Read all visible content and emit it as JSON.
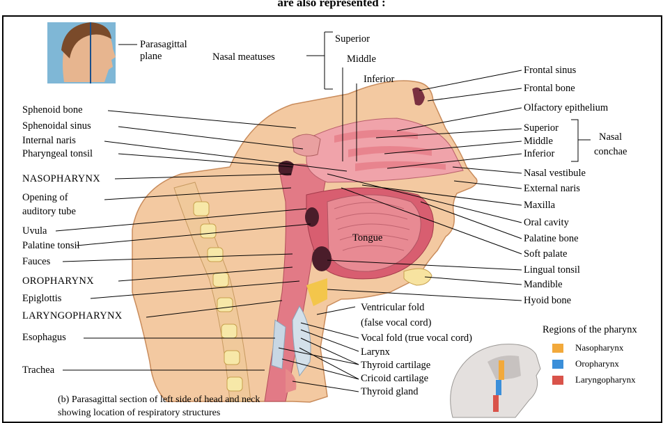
{
  "top_caption": "are also represented :",
  "inset_head_label": "Parasagittal\nplane",
  "labels_left": {
    "sphenoid_bone": "Sphenoid bone",
    "sphenoidal_sinus": "Sphenoidal sinus",
    "internal_naris": "Internal naris",
    "pharyngeal_tonsil": "Pharyngeal tonsil",
    "nasopharynx": "NASOPHARYNX",
    "opening_auditory_tube_1": "Opening of",
    "opening_auditory_tube_2": "auditory tube",
    "uvula": "Uvula",
    "palatine_tonsil": "Palatine tonsil",
    "fauces": "Fauces",
    "oropharynx": "OROPHARYNX",
    "epiglottis": "Epiglottis",
    "laryngopharynx": "LARYNGOPHARYNX",
    "esophagus": "Esophagus",
    "trachea": "Trachea"
  },
  "labels_top": {
    "nasal_meatuses": "Nasal meatuses",
    "superior": "Superior",
    "middle": "Middle",
    "inferior": "Inferior"
  },
  "labels_right": {
    "frontal_sinus": "Frontal sinus",
    "frontal_bone": "Frontal bone",
    "olfactory_epithelium": "Olfactory epithelium",
    "conchae_superior": "Superior",
    "conchae_middle": "Middle",
    "conchae_inferior": "Inferior",
    "nasal_conchae_1": "Nasal",
    "nasal_conchae_2": "conchae",
    "nasal_vestibule": "Nasal vestibule",
    "external_naris": "External naris",
    "maxilla": "Maxilla",
    "oral_cavity": "Oral cavity",
    "palatine_bone": "Palatine bone",
    "soft_palate": "Soft palate",
    "lingual_tonsil": "Lingual tonsil",
    "mandible": "Mandible",
    "hyoid_bone": "Hyoid bone"
  },
  "labels_bottom": {
    "ventricular_fold_1": "Ventricular  fold",
    "ventricular_fold_2": "(false vocal cord)",
    "vocal_fold": "Vocal fold (true vocal cord)",
    "larynx": "Larynx",
    "thyroid_cartilage": "Thyroid cartilage",
    "cricoid_cartilage": "Cricoid cartilage",
    "thyroid_gland": "Thyroid gland"
  },
  "tongue": "Tongue",
  "caption_1": "(b) Parasagittal section of left side of head and neck",
  "caption_2": "showing location of respiratory structures",
  "legend": {
    "title": "Regions of the pharynx",
    "items": [
      {
        "label": "Nasopharynx",
        "color": "#f2a93b"
      },
      {
        "label": "Oropharynx",
        "color": "#3b8fd9"
      },
      {
        "label": "Laryngopharynx",
        "color": "#d9534a"
      }
    ]
  }
}
